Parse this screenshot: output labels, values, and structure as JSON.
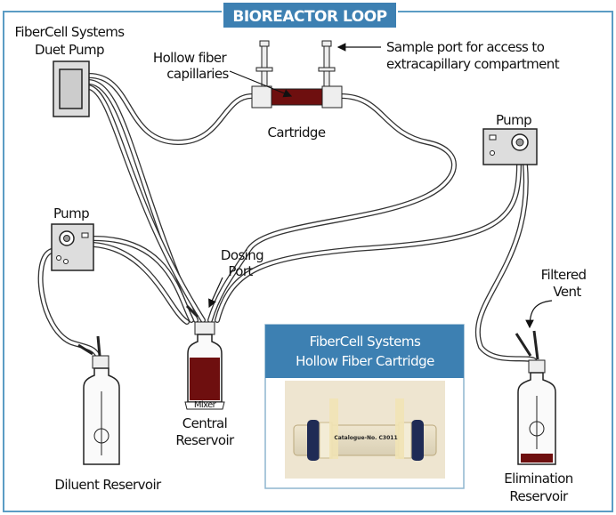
{
  "title": "BIOREACTOR LOOP",
  "labels": {
    "duet_pump": [
      "FiberCell Systems",
      "Duet Pump"
    ],
    "hollow_fiber": [
      "Hollow fiber",
      "capillaries"
    ],
    "sample_port": [
      "Sample port for access to",
      "extracapillary compartment"
    ],
    "cartridge": "Cartridge",
    "pump_right": "Pump",
    "pump_left": "Pump",
    "dosing_port": [
      "Dosing",
      "Port"
    ],
    "filtered_vent": [
      "Filtered",
      "Vent"
    ],
    "mixer": "Mixer",
    "central_reservoir": [
      "Central",
      "Reservoir"
    ],
    "diluent_reservoir": "Diluent Reservoir",
    "elimination_reservoir": [
      "Elimination",
      "Reservoir"
    ]
  },
  "photo": {
    "title": [
      "FiberCell Systems",
      "Hollow Fiber Cartridge"
    ],
    "catalogue": "Catalogue-No. C3011"
  },
  "colors": {
    "frame": "#5b9cc4",
    "title_bg": "#3d80b2",
    "medium": "#6e0f0f"
  }
}
